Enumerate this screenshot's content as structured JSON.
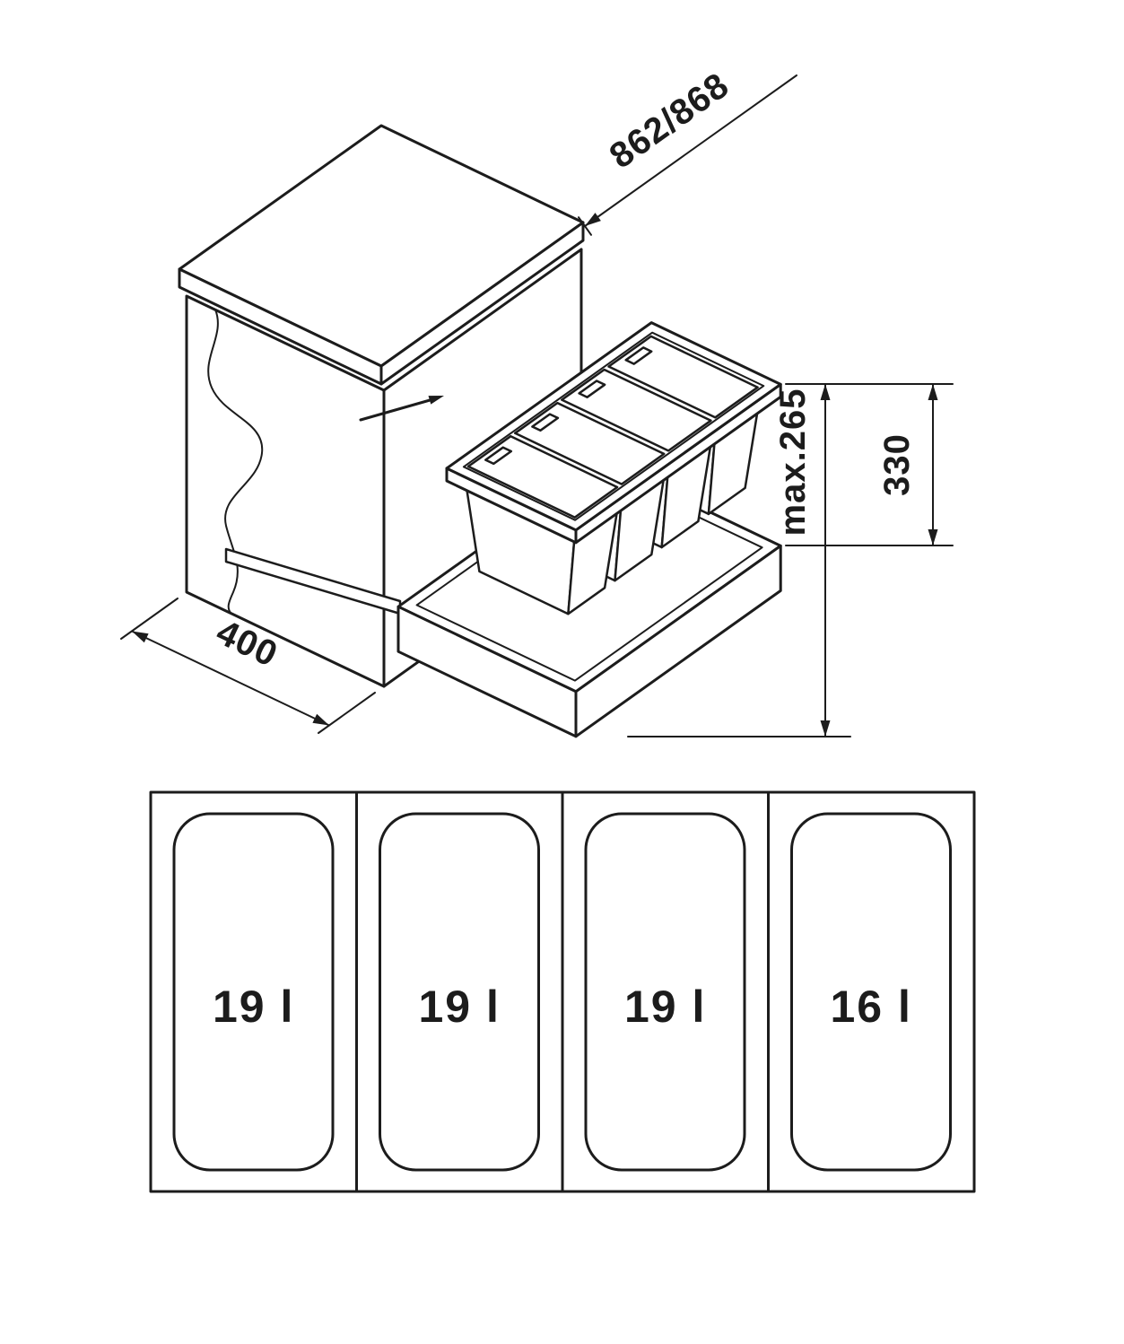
{
  "drawing": {
    "title": "waste-bin pull-out technical drawing",
    "isometric": {
      "dimensions": {
        "width": "862/868",
        "max_height": "max.265",
        "bin_height": "330",
        "depth": "400"
      }
    },
    "plan": {
      "bins": [
        {
          "capacity": "19 l"
        },
        {
          "capacity": "19 l"
        },
        {
          "capacity": "19 l"
        },
        {
          "capacity": "16 l"
        }
      ]
    },
    "colors": {
      "line": "#1c1c1c",
      "background": "#ffffff"
    }
  }
}
